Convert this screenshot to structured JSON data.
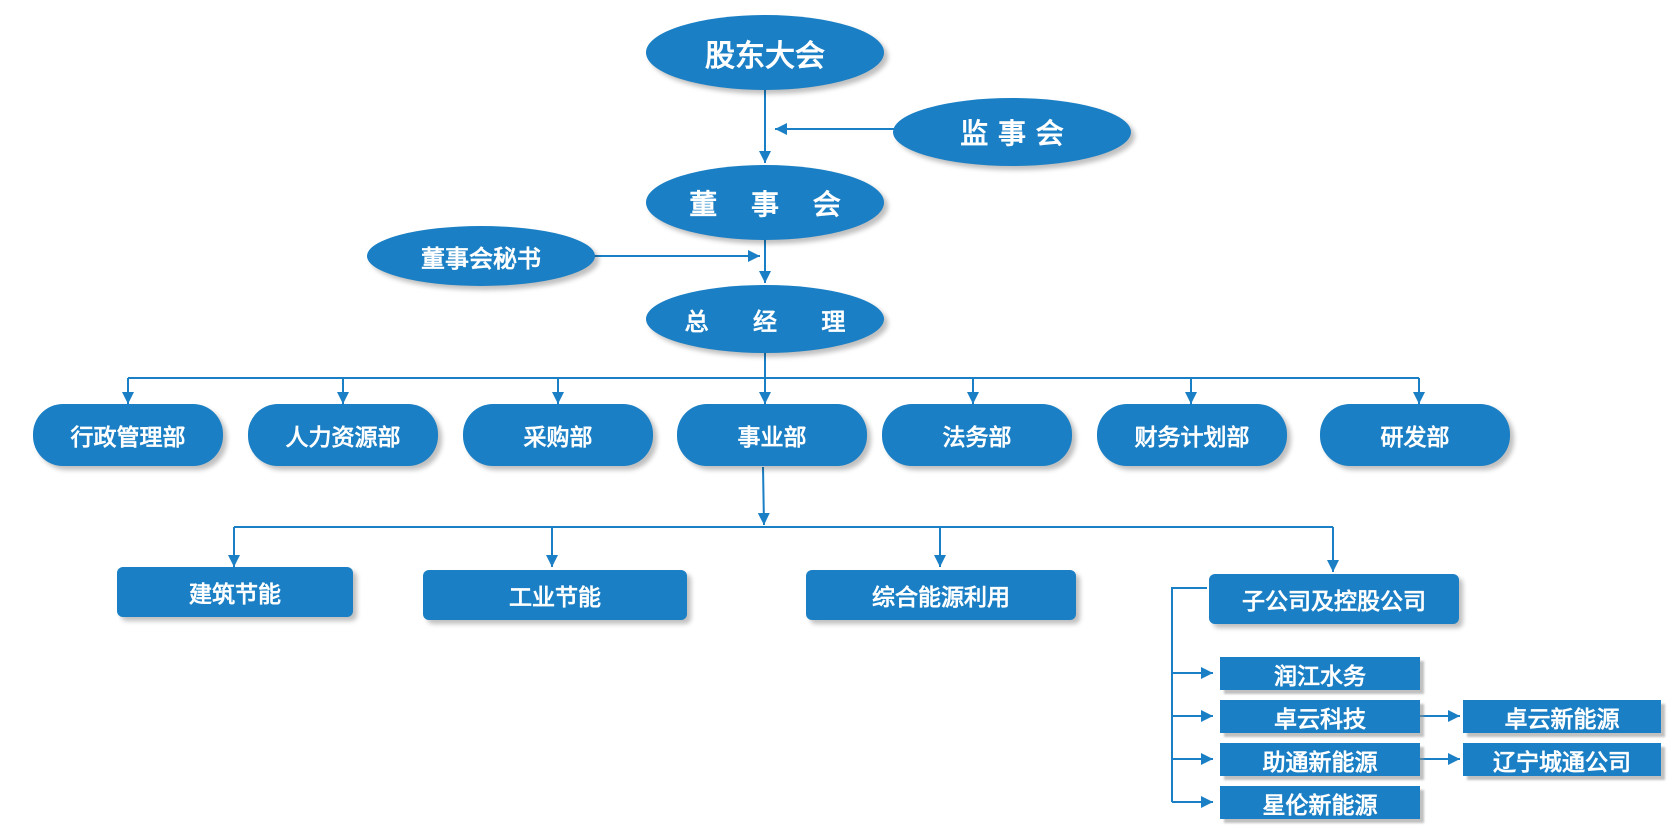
{
  "diagram": {
    "top": {
      "shareholders": "股东大会",
      "supervisors": "监 事 会",
      "board": "董 事 会",
      "board_secretary": "董事会秘书",
      "general_manager": "总 经 理"
    },
    "departments": [
      "行政管理部",
      "人力资源部",
      "采购部",
      "事业部",
      "法务部",
      "财务计划部",
      "研发部"
    ],
    "business_units": [
      "建筑节能",
      "工业节能",
      "综合能源利用",
      "子公司及控股公司"
    ],
    "subsidiaries": [
      "润江水务",
      "卓云科技",
      "助通新能源",
      "星伦新能源"
    ],
    "sub_subsidiaries": [
      "卓云新能源",
      "辽宁城通公司"
    ],
    "colors": {
      "node_fill": "#1a7fc4",
      "connector": "#1a7fc4",
      "text": "#ffffff"
    }
  }
}
